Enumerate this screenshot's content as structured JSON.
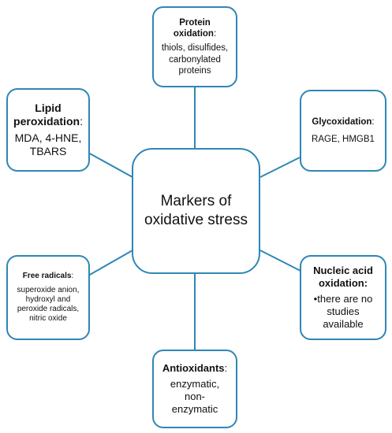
{
  "center": {
    "line1": "Markers of",
    "line2": "oxidative stress"
  },
  "protein": {
    "title_l1": "Protein",
    "title_l2": "oxidation",
    "colon": ":",
    "body_l1": "thiols, disulfides,",
    "body_l2": "carbonylated",
    "body_l3": "proteins"
  },
  "lipid": {
    "title_l1": "Lipid",
    "title_l2": "peroxidation",
    "colon": ":",
    "body_l1": "MDA, 4-HNE,",
    "body_l2": "TBARS"
  },
  "glyco": {
    "title": "Glycoxidation",
    "colon": ":",
    "body": "RAGE, HMGB1"
  },
  "free": {
    "title": "Free radicals",
    "colon": ":",
    "body_l1": "superoxide anion,",
    "body_l2": "hydroxyl and",
    "body_l3": "peroxide radicals,",
    "body_l4": "nitric oxide"
  },
  "nucleic": {
    "title_l1": "Nucleic acid",
    "title_l2": "oxidation:",
    "body_l1": "•there are no",
    "body_l2": "studies",
    "body_l3": "available"
  },
  "antiox": {
    "title": "Antioxidants",
    "colon": ":",
    "body_l1": "enzymatic,",
    "body_l2": "non-",
    "body_l3": "enzymatic"
  },
  "colors": {
    "border": "#2e87b5",
    "connector": "#2e87b5"
  }
}
